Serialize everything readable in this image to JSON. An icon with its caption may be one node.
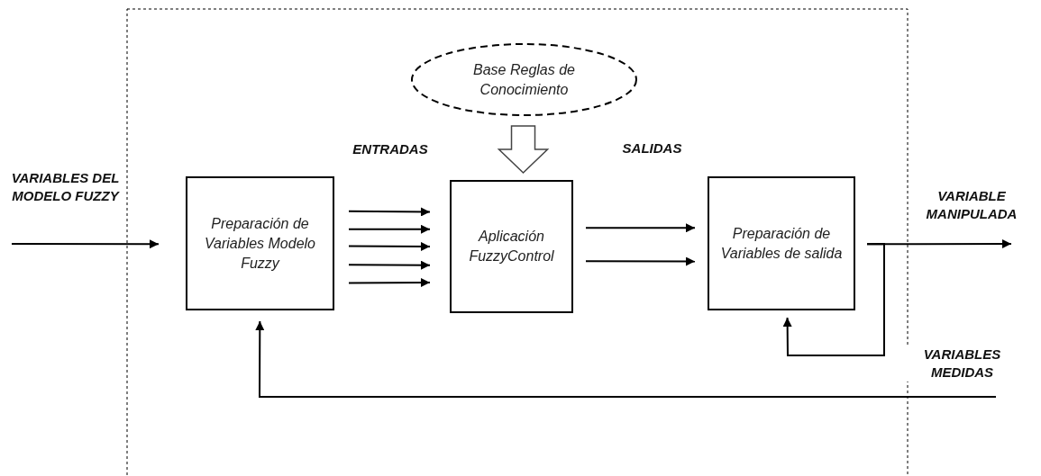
{
  "diagram": {
    "nodes": [
      {
        "text": [
          "Base Reglas de Conocimiento"
        ]
      },
      {
        "text": [
          "Preparación de Variables Modelo Fuzzy"
        ]
      },
      {
        "text": [
          "Aplicación FuzzyControl"
        ]
      },
      {
        "text": [
          "Preparación de Variables de salida"
        ]
      }
    ],
    "edges": [
      {
        "from": null,
        "to": 1,
        "arrow": "to",
        "label": "VARIABLES DEL MODELO FUZZY"
      },
      {
        "from": 0,
        "to": 2,
        "arrow": "to",
        "style": "thick"
      },
      {
        "from": 1,
        "to": 2,
        "arrow": "to"
      },
      {
        "from": 1,
        "to": 2,
        "arrow": "to"
      },
      {
        "from": 1,
        "to": 2,
        "arrow": "to"
      },
      {
        "from": 1,
        "to": 2,
        "arrow": "to"
      },
      {
        "from": 1,
        "to": 2,
        "arrow": "to"
      },
      {
        "from": 2,
        "to": 3,
        "arrow": "to"
      },
      {
        "from": 2,
        "to": 3,
        "arrow": "to"
      },
      {
        "from": 3,
        "to": null,
        "arrow": "to",
        "label": "VARIABLE MANIPULADA"
      },
      {
        "from": 3,
        "to": 3,
        "arrow": "to"
      },
      {
        "from": null,
        "to": 1,
        "arrow": "to",
        "label": "VARIABLES MEDIDAS"
      }
    ],
    "labels": [
      "ENTRADAS",
      "SALIDAS"
    ]
  }
}
